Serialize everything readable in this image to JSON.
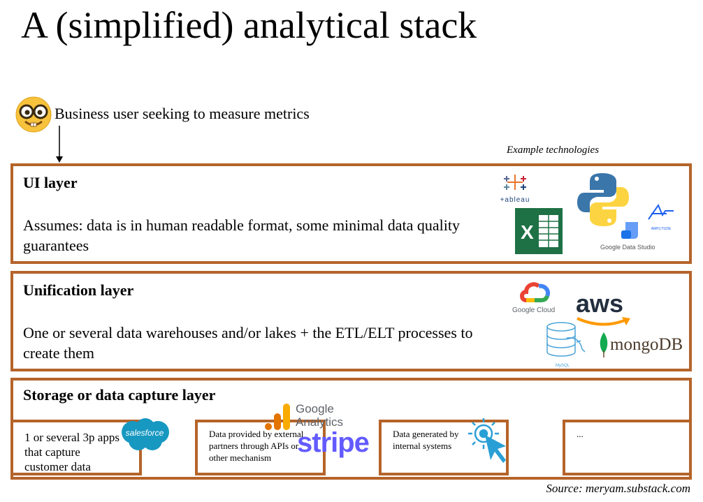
{
  "title": "A (simplified) analytical stack",
  "user": {
    "text": "Business user seeking to measure metrics",
    "icon": "nerd-face-emoji-icon"
  },
  "example_label": "Example technologies",
  "layers": {
    "ui": {
      "title": "UI layer",
      "description": "Assumes: data is in human readable format, some minimal data quality guarantees",
      "logos": {
        "tableau": "+ableau",
        "gds": "Google Data Studio",
        "amplitude": "AMPLITUDE"
      }
    },
    "unification": {
      "title": "Unification layer",
      "description": "One or several data warehouses and/or lakes + the ETL/ELT processes to create them",
      "logos": {
        "gcloud": "Google Cloud",
        "aws": "aws",
        "mongodb": "mongoDB",
        "mysql": "MySQL"
      }
    },
    "storage": {
      "title": "Storage or data capture layer",
      "boxes": [
        {
          "text": "1 or several 3p apps that capture customer data"
        },
        {
          "text": "Data provided by external partners through APIs or other mechanism"
        },
        {
          "text": "Data generated by internal systems"
        },
        {
          "text": "..."
        }
      ],
      "logos": {
        "salesforce": "salesforce",
        "ga_google": "Google",
        "ga_analytics": "Analytics",
        "stripe": "stripe"
      }
    }
  },
  "source": "Source: meryam.substack.com",
  "colors": {
    "border": "#b5642a"
  }
}
